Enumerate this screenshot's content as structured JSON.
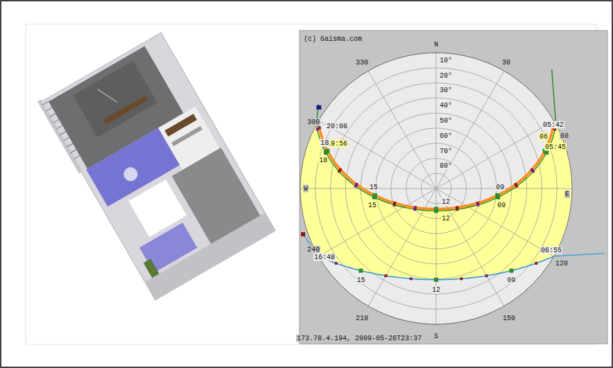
{
  "diagram": {
    "labels": [
      "(c) Gaisma.com",
      "N",
      "330",
      "30",
      "10°",
      "20°",
      "30°",
      "40°",
      "50°",
      "60°",
      "70°",
      "80°",
      "20:08",
      "300",
      "19:56",
      "05:42",
      "06",
      "60",
      "05:45",
      "18",
      "18",
      "W",
      "15",
      "15",
      "12",
      "12",
      "09",
      "09",
      "E",
      "240",
      "16:48",
      "06:55",
      "120",
      "15",
      "12",
      "09",
      "210",
      "150",
      "S",
      "173.78.4.194, 2009-05-26T23:37"
    ]
  }
}
